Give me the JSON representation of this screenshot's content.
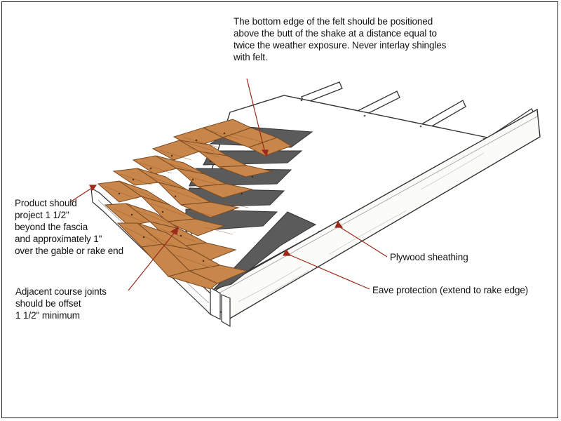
{
  "annotations": {
    "felt_position": "The bottom edge of the felt should be positioned\nabove the butt of the shake at a distance equal to\ntwice the weather exposure. Never interlay shingles\nwith felt.",
    "project_beyond": "Product should\nproject 1 1/2\"\nbeyond the fascia\nand approximately 1\"\nover the gable or rake end",
    "adjacent_joints": "Adjacent course joints\nshould be offset\n1 1/2\" minimum",
    "plywood": "Plywood sheathing",
    "eave": "Eave protection (extend to rake edge)"
  },
  "colors": {
    "shake": "#c8864a",
    "shake_dark": "#9a5a28",
    "felt": "#5b5b5b",
    "plywood": "#ffffff",
    "leader": "#9b2a1c",
    "outline": "#333333"
  }
}
